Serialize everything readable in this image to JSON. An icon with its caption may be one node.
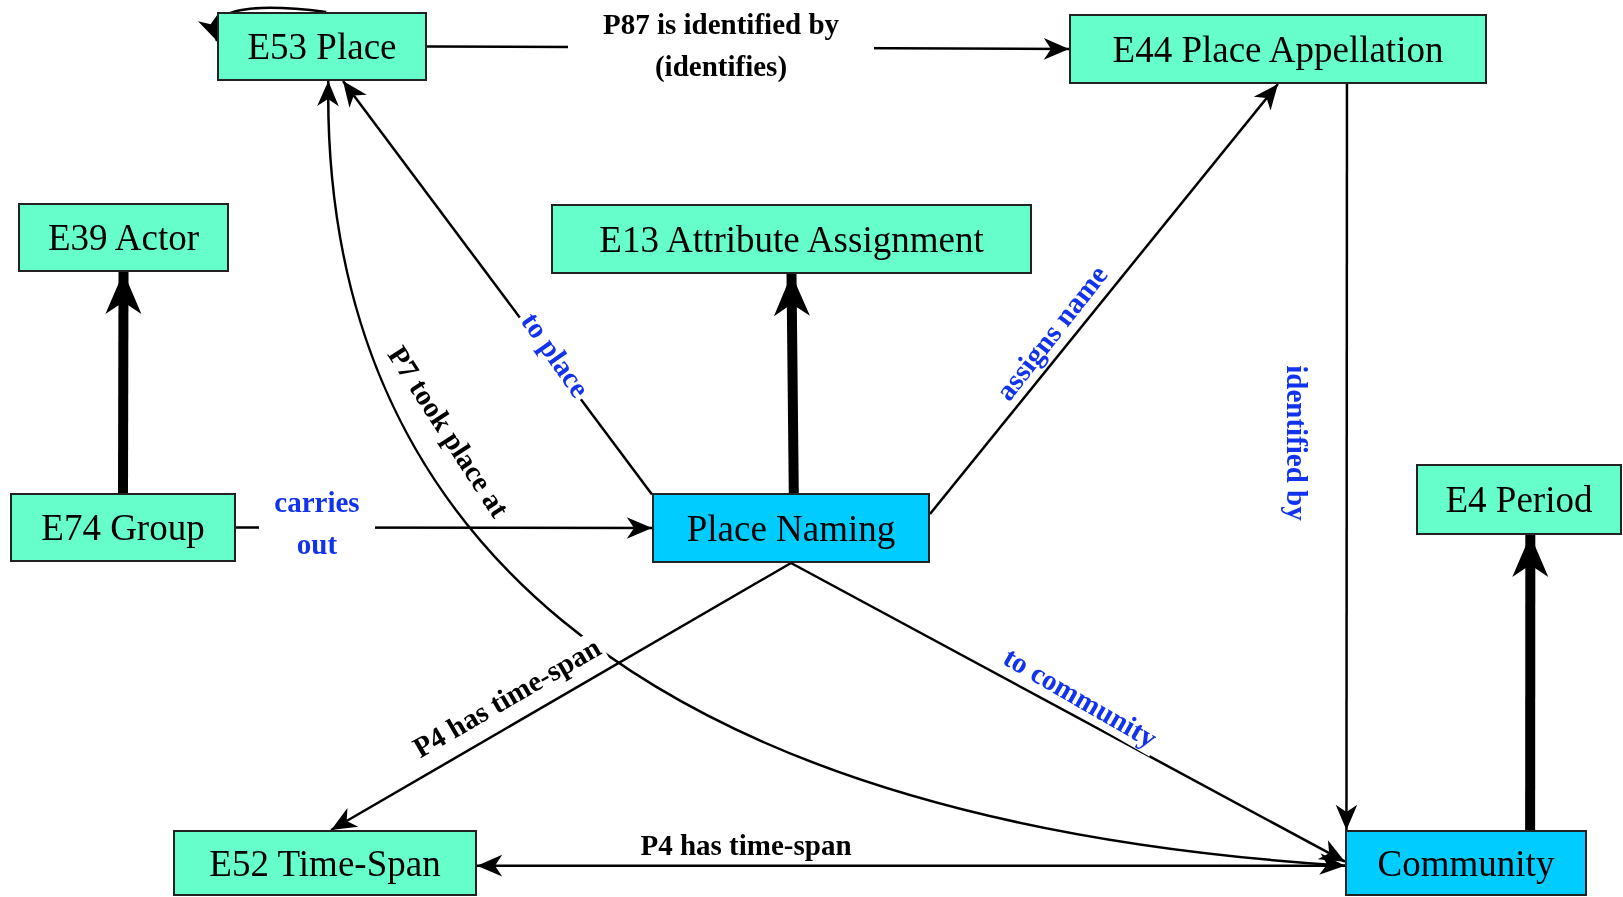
{
  "diagram": {
    "nodes": [
      {
        "text": [
          "E53 Place"
        ]
      },
      {
        "text": [
          "E44 Place Appellation"
        ]
      },
      {
        "text": [
          "E39 Actor"
        ]
      },
      {
        "text": [
          "E13 Attribute Assignment"
        ]
      },
      {
        "text": [
          "E74 Group"
        ]
      },
      {
        "text": [
          "Place Naming"
        ]
      },
      {
        "text": [
          "E4 Period"
        ]
      },
      {
        "text": [
          "E52 Time-Span"
        ]
      },
      {
        "text": [
          "Community"
        ]
      }
    ],
    "edges": [
      {
        "from": 0,
        "to": 0,
        "arrow": "to"
      },
      {
        "from": 0,
        "to": 1,
        "arrow": "to",
        "label": "P87 is identified by (identifies)"
      },
      {
        "from": 4,
        "to": 2,
        "arrow": "to",
        "style": "thick"
      },
      {
        "from": 5,
        "to": 3,
        "arrow": "to",
        "style": "thick"
      },
      {
        "from": 8,
        "to": 6,
        "arrow": "to",
        "style": "thick"
      },
      {
        "from": 4,
        "to": 5,
        "arrow": "to",
        "label": "carries out"
      },
      {
        "from": 5,
        "to": 0,
        "arrow": "to",
        "label": "to place"
      },
      {
        "from": 5,
        "to": 1,
        "arrow": "to",
        "label": "assigns name"
      },
      {
        "from": 1,
        "to": 8,
        "arrow": "to",
        "label": "identified by"
      },
      {
        "from": 5,
        "to": 7,
        "arrow": "to",
        "label": "P4 has time-span"
      },
      {
        "from": 5,
        "to": 8,
        "arrow": "to",
        "label": "to community"
      },
      {
        "from": 8,
        "to": 7,
        "arrow": "to",
        "label": "P4 has time-span"
      },
      {
        "from": 0,
        "to": 8,
        "arrow": "both",
        "label": "P7 took place at"
      }
    ]
  }
}
